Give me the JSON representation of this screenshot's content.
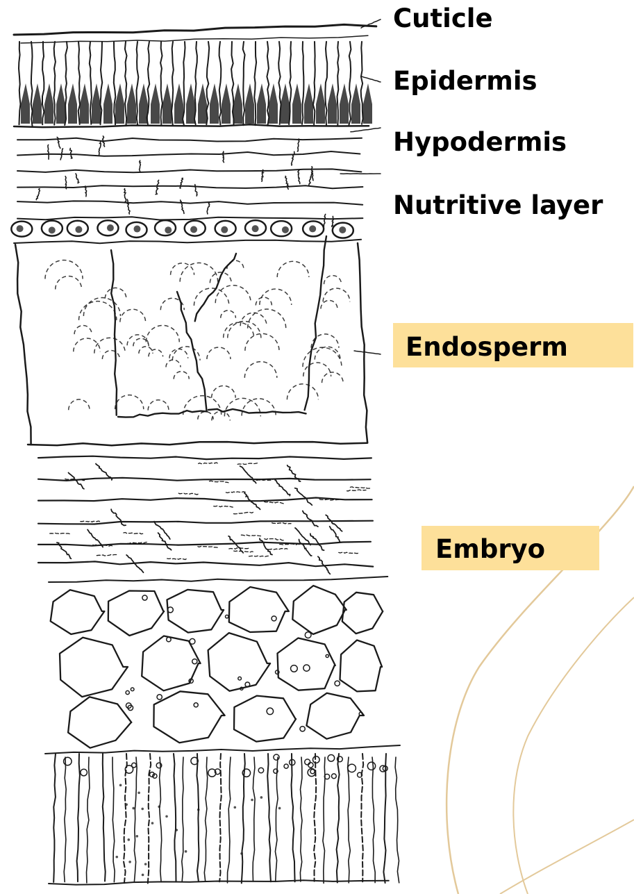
{
  "labels": {
    "cuticle": "Cuticle",
    "epidermis": "Epidermis",
    "hypodermis": "Hypodermis",
    "nutritive_layer": "Nutritive layer",
    "endosperm": "Endosperm",
    "embryo": "Embryo"
  },
  "colors": {
    "ink": "#1a1a1a",
    "label_text": "#000000",
    "highlight": "#fde09a",
    "swirl": "#e3c99a"
  }
}
